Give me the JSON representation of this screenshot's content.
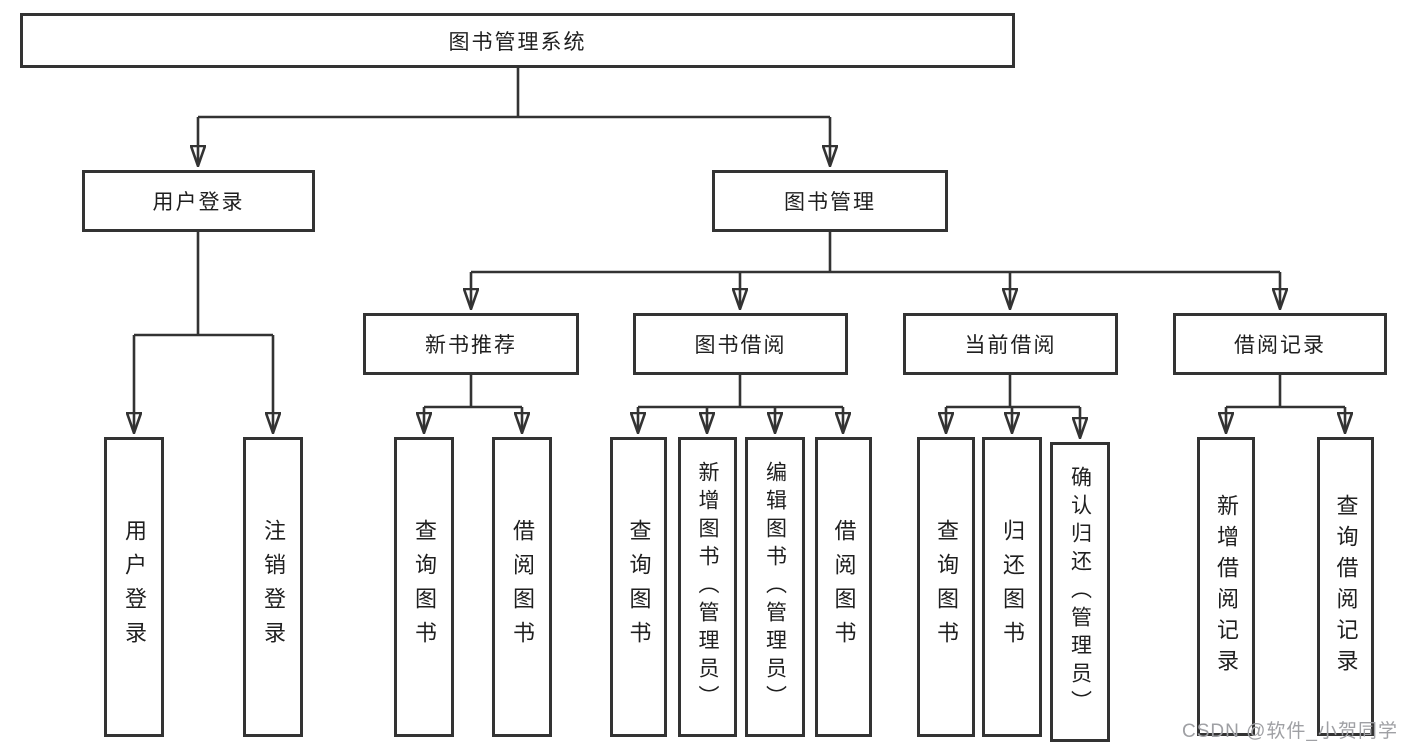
{
  "nodes": {
    "root": {
      "label": "图书管理系统"
    },
    "level2": [
      {
        "label": "用户登录"
      },
      {
        "label": "图书管理"
      }
    ],
    "level3": [
      {
        "label": "新书推荐",
        "parent": "图书管理"
      },
      {
        "label": "图书借阅",
        "parent": "图书管理"
      },
      {
        "label": "当前借阅",
        "parent": "图书管理"
      },
      {
        "label": "借阅记录",
        "parent": "图书管理"
      }
    ],
    "leaves": [
      {
        "label": "用户登录",
        "parent": "用户登录"
      },
      {
        "label": "注销登录",
        "parent": "用户登录"
      },
      {
        "label": "查询图书",
        "parent": "新书推荐"
      },
      {
        "label": "借阅图书",
        "parent": "新书推荐"
      },
      {
        "label": "查询图书",
        "parent": "图书借阅"
      },
      {
        "label": "新增图书（管理员）",
        "parent": "图书借阅"
      },
      {
        "label": "编辑图书（管理员）",
        "parent": "图书借阅"
      },
      {
        "label": "借阅图书",
        "parent": "图书借阅"
      },
      {
        "label": "查询图书",
        "parent": "当前借阅"
      },
      {
        "label": "归还图书",
        "parent": "当前借阅"
      },
      {
        "label": "确认归还（管理员）",
        "parent": "当前借阅"
      },
      {
        "label": "新增借阅记录",
        "parent": "借阅记录"
      },
      {
        "label": "查询借阅记录",
        "parent": "借阅记录"
      }
    ]
  },
  "watermark": {
    "text": "CSDN @软件_小贺同学"
  },
  "colors": {
    "line": "#333333",
    "border": "#333333",
    "text": "#1f1f1f",
    "background": "#ffffff",
    "watermark": "#9fa0a4"
  }
}
